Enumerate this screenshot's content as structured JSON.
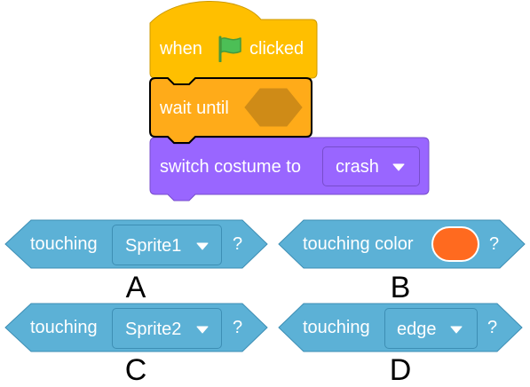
{
  "script": {
    "hat": {
      "word_when": "when",
      "flag_icon": "green-flag-icon",
      "word_clicked": "clicked"
    },
    "wait": {
      "label": "wait until"
    },
    "costume": {
      "label": "switch costume to",
      "value": "crash"
    }
  },
  "options": {
    "a": {
      "label": "touching",
      "value": "Sprite1",
      "suffix": "?",
      "letter": "A"
    },
    "b": {
      "label": "touching color",
      "suffix": "?",
      "letter": "B",
      "color": "#ff6a1f"
    },
    "c": {
      "label": "touching",
      "value": "Sprite2",
      "suffix": "?",
      "letter": "C"
    },
    "d": {
      "label": "touching",
      "value": "edge",
      "suffix": "?",
      "letter": "D"
    }
  },
  "colors": {
    "events": "#ffbf00",
    "control": "#ffab19",
    "looks": "#9966ff",
    "sensing": "#5cb1d6",
    "empty_slot": "#cf8b17"
  }
}
